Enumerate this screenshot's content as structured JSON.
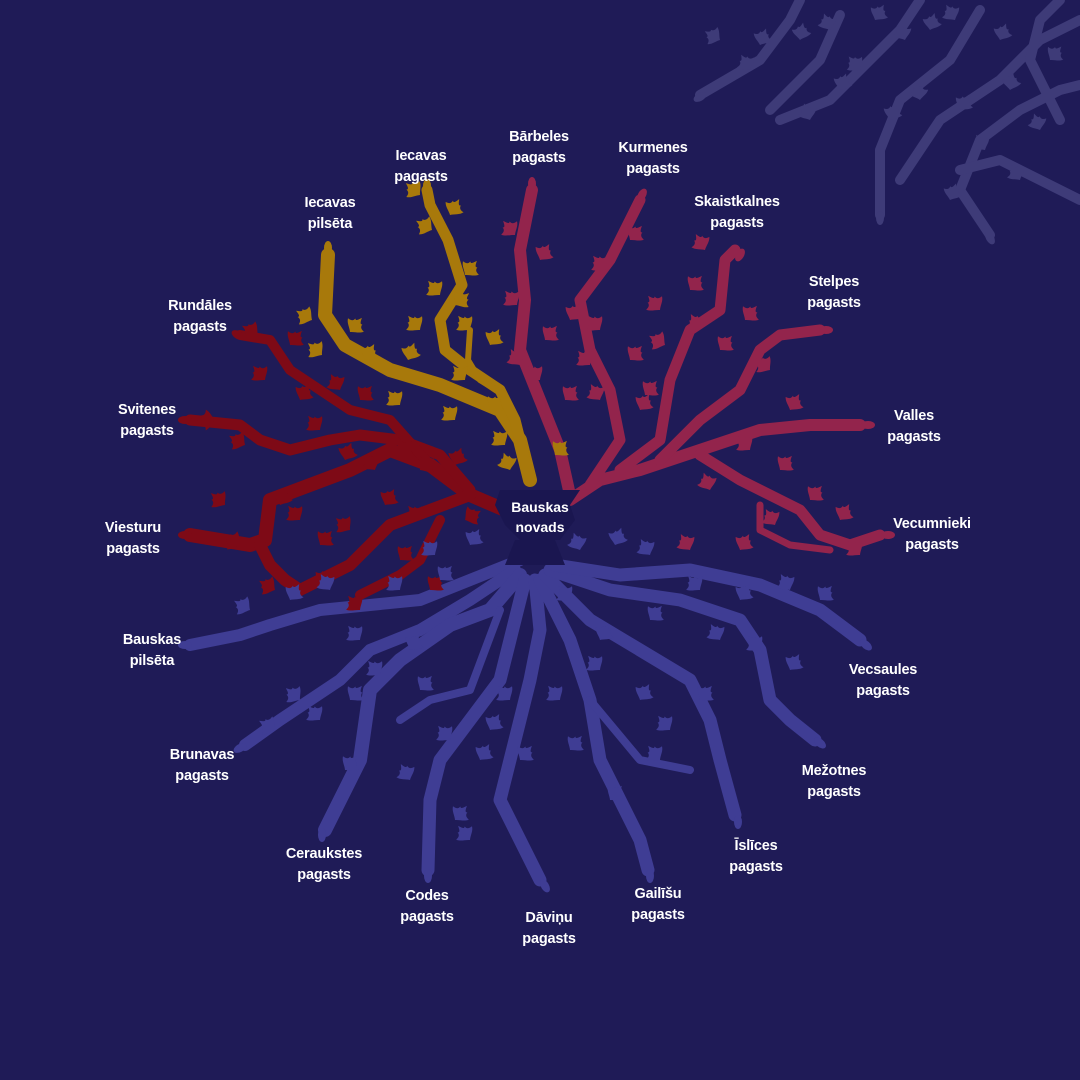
{
  "colors": {
    "background": "#1f1b57",
    "iecava_branch": "#a8790b",
    "rundale_branch": "#7e0a16",
    "barbele_branch": "#93244c",
    "roots": "#3f3d94",
    "watermark": "#3e3b78",
    "text": "#ffffff"
  },
  "center": {
    "line1": "Bauskas",
    "line2": "novads"
  },
  "parishes": [
    {
      "id": "iecavas-pilseta",
      "line1": "Iecavas",
      "line2": "pilsēta"
    },
    {
      "id": "iecavas-pagasts",
      "line1": "Iecavas",
      "line2": "pagasts"
    },
    {
      "id": "barbeles-pagasts",
      "line1": "Bārbeles",
      "line2": "pagasts"
    },
    {
      "id": "kurmenes-pagasts",
      "line1": "Kurmenes",
      "line2": "pagasts"
    },
    {
      "id": "skaistkalnes-pagasts",
      "line1": "Skaistkalnes",
      "line2": "pagasts"
    },
    {
      "id": "stelpes-pagasts",
      "line1": "Stelpes",
      "line2": "pagasts"
    },
    {
      "id": "valles-pagasts",
      "line1": "Valles",
      "line2": "pagasts"
    },
    {
      "id": "vecumnieki-pagasts",
      "line1": "Vecumnieki",
      "line2": "pagasts"
    },
    {
      "id": "rundales-pagasts",
      "line1": "Rundāles",
      "line2": "pagasts"
    },
    {
      "id": "svitenes-pagasts",
      "line1": "Svitenes",
      "line2": "pagasts"
    },
    {
      "id": "viesturu-pagasts",
      "line1": "Viesturu",
      "line2": "pagasts"
    },
    {
      "id": "bauskas-pilseta",
      "line1": "Bauskas",
      "line2": "pilsēta"
    },
    {
      "id": "brunavas-pagasts",
      "line1": "Brunavas",
      "line2": "pagasts"
    },
    {
      "id": "ceraukstes-pagasts",
      "line1": "Ceraukstes",
      "line2": "pagasts"
    },
    {
      "id": "codes-pagasts",
      "line1": "Codes",
      "line2": "pagasts"
    },
    {
      "id": "davinu-pagasts",
      "line1": "Dāviņu",
      "line2": "pagasts"
    },
    {
      "id": "gailisu-pagasts",
      "line1": "Gailīšu",
      "line2": "pagasts"
    },
    {
      "id": "islices-pagasts",
      "line1": "Īslīces",
      "line2": "pagasts"
    },
    {
      "id": "mezotnes-pagasts",
      "line1": "Mežotnes",
      "line2": "pagasts"
    },
    {
      "id": "vecsaules-pagasts",
      "line1": "Vecsaules",
      "line2": "pagasts"
    }
  ]
}
